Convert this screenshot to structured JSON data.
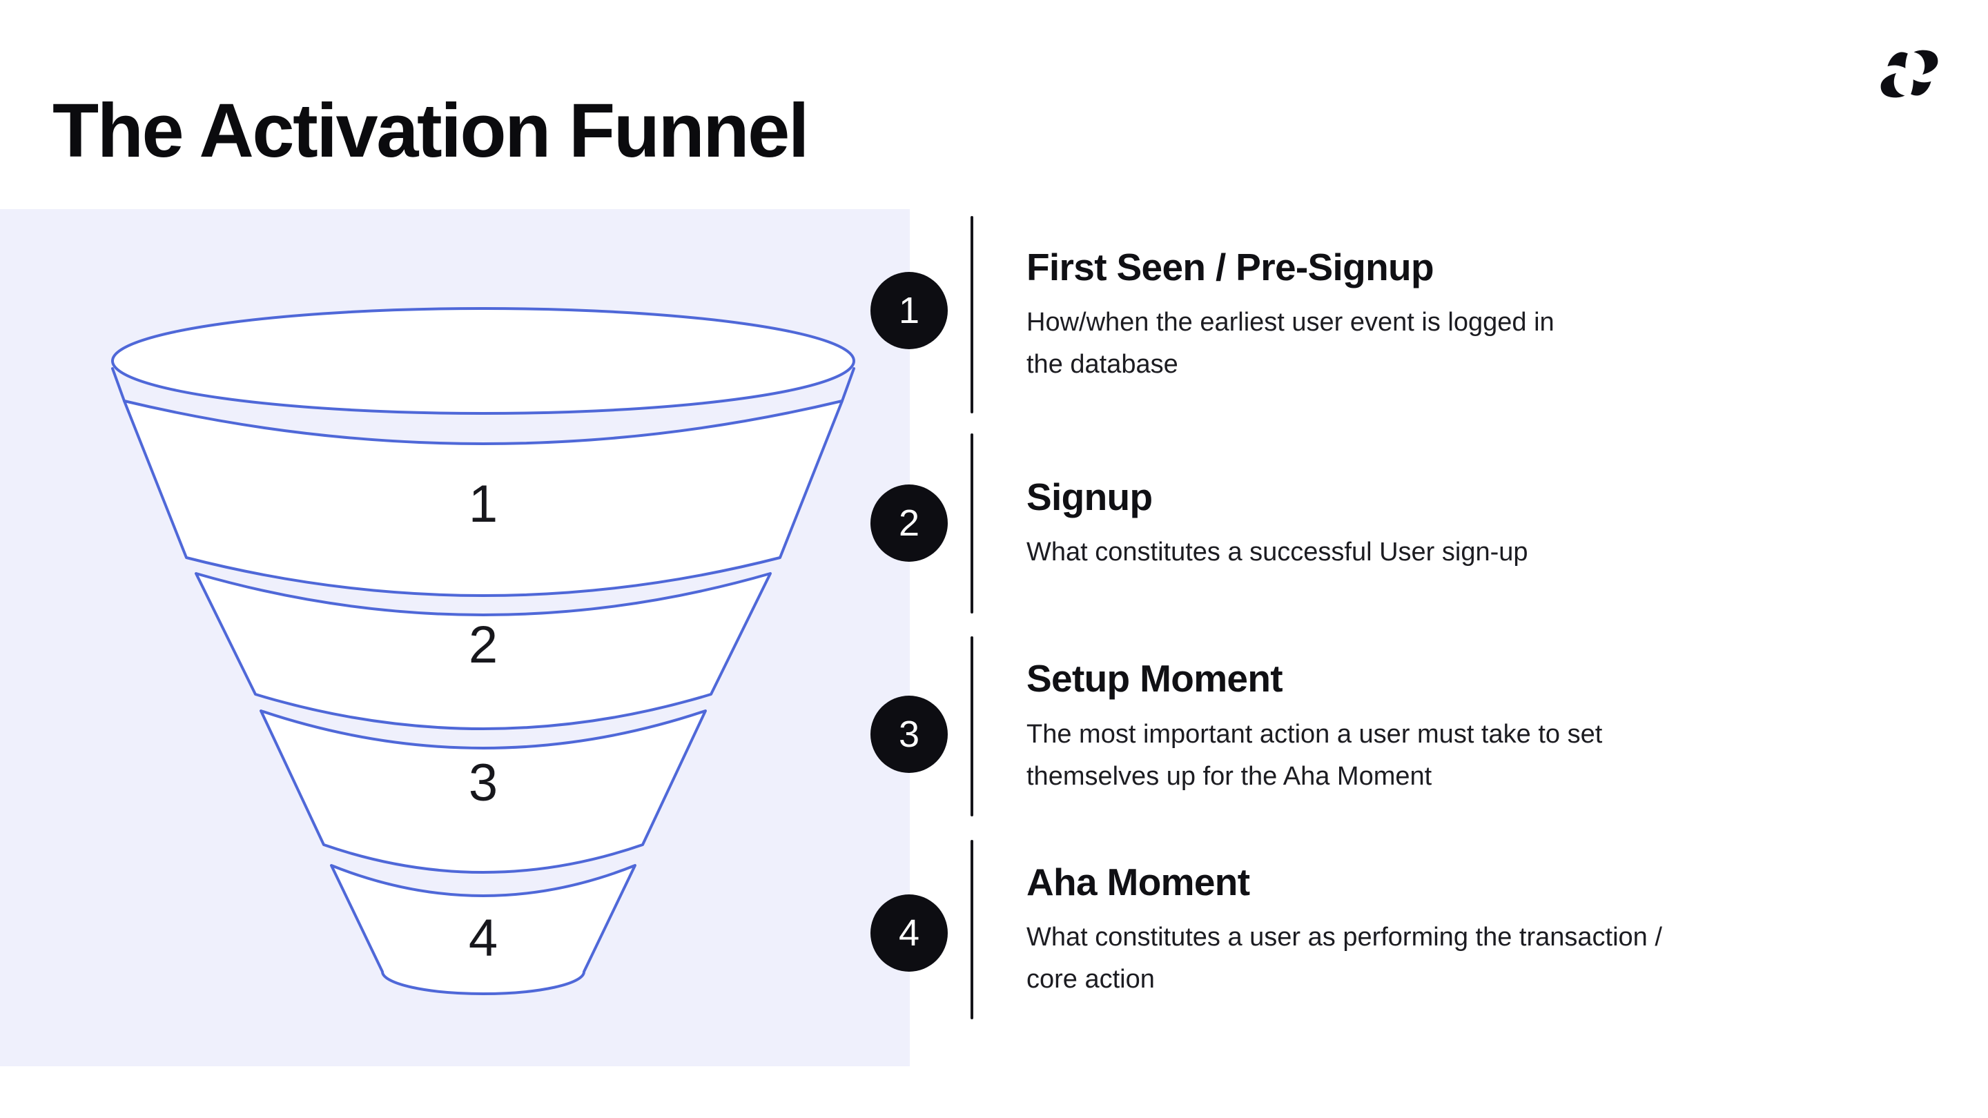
{
  "page": {
    "title": "The Activation Funnel",
    "background_color": "#ffffff",
    "panel_background_color": "#EFF0FC",
    "funnel_stroke_color": "#4F68D8",
    "badge_color": "#0D0D12",
    "text_color": "#101014"
  },
  "logo": {
    "name": "brand-logo"
  },
  "funnel": {
    "stage_labels": [
      "1",
      "2",
      "3",
      "4"
    ]
  },
  "steps": [
    {
      "number": "1",
      "title": "First Seen / Pre-Signup",
      "description": "How/when the earliest user event is logged in the database",
      "description_lines": [
        "How/when the earliest user event is logged in",
        "the database"
      ]
    },
    {
      "number": "2",
      "title": "Signup",
      "description": "What constitutes a successful User sign-up",
      "description_lines": [
        "What constitutes a successful User sign-up"
      ]
    },
    {
      "number": "3",
      "title": "Setup Moment",
      "description": "The most important action a user must take to set themselves up for the Aha Moment",
      "description_lines": [
        "The most important action a user must take to set",
        "themselves up for the Aha Moment"
      ]
    },
    {
      "number": "4",
      "title": "Aha Moment",
      "description": "What constitutes a user as performing the transaction / core action",
      "description_lines": [
        "What constitutes a user as performing the transaction /",
        "core action"
      ]
    }
  ]
}
